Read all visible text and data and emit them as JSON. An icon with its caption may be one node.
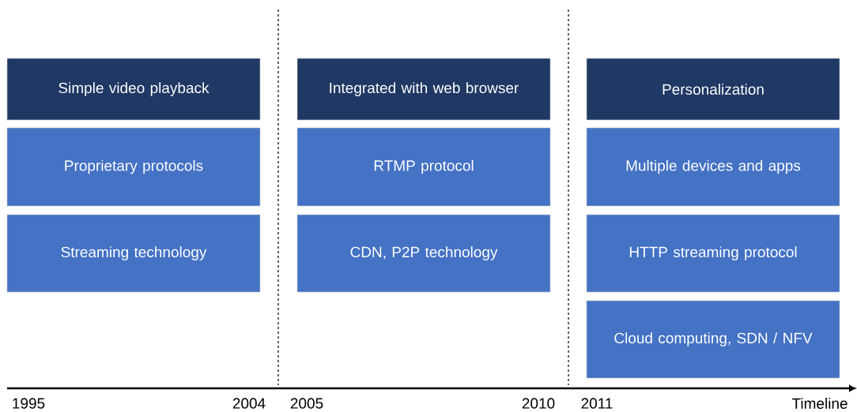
{
  "diagram": {
    "nodes": [
      {
        "text": [
          "Simple video playback"
        ]
      },
      {
        "text": [
          "Proprietary protocols"
        ]
      },
      {
        "text": [
          "Streaming technology"
        ]
      },
      {
        "text": [
          "Integrated with web browser"
        ]
      },
      {
        "text": [
          "RTMP protocol"
        ]
      },
      {
        "text": [
          "CDN, P2P technology"
        ]
      },
      {
        "text": [
          "Personalization"
        ]
      },
      {
        "text": [
          "Multiple devices and apps"
        ]
      },
      {
        "text": [
          "HTTP streaming protocol"
        ]
      },
      {
        "text": [
          "Cloud computing, SDN / NFV"
        ]
      }
    ],
    "labels": [
      "1995",
      "2004",
      "2005",
      "2010",
      "2011",
      "Timeline"
    ]
  }
}
